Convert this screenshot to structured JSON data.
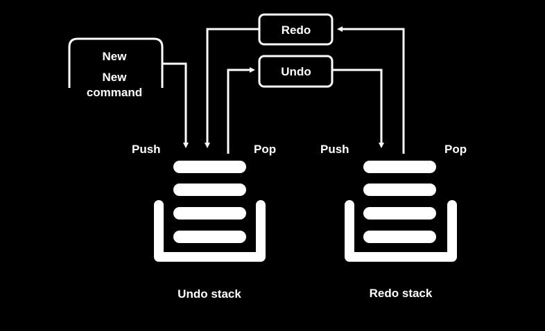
{
  "colors": {
    "background": "#000000",
    "foreground": "#ffffff"
  },
  "new_box": {
    "line1": "New",
    "line2": "New",
    "line3": "command"
  },
  "redo_box": {
    "label": "Redo"
  },
  "undo_box": {
    "label": "Undo"
  },
  "undo_stack": {
    "push_label": "Push",
    "pop_label": "Pop",
    "caption": "Undo stack"
  },
  "redo_stack": {
    "push_label": "Push",
    "pop_label": "Pop",
    "caption": "Redo stack"
  }
}
